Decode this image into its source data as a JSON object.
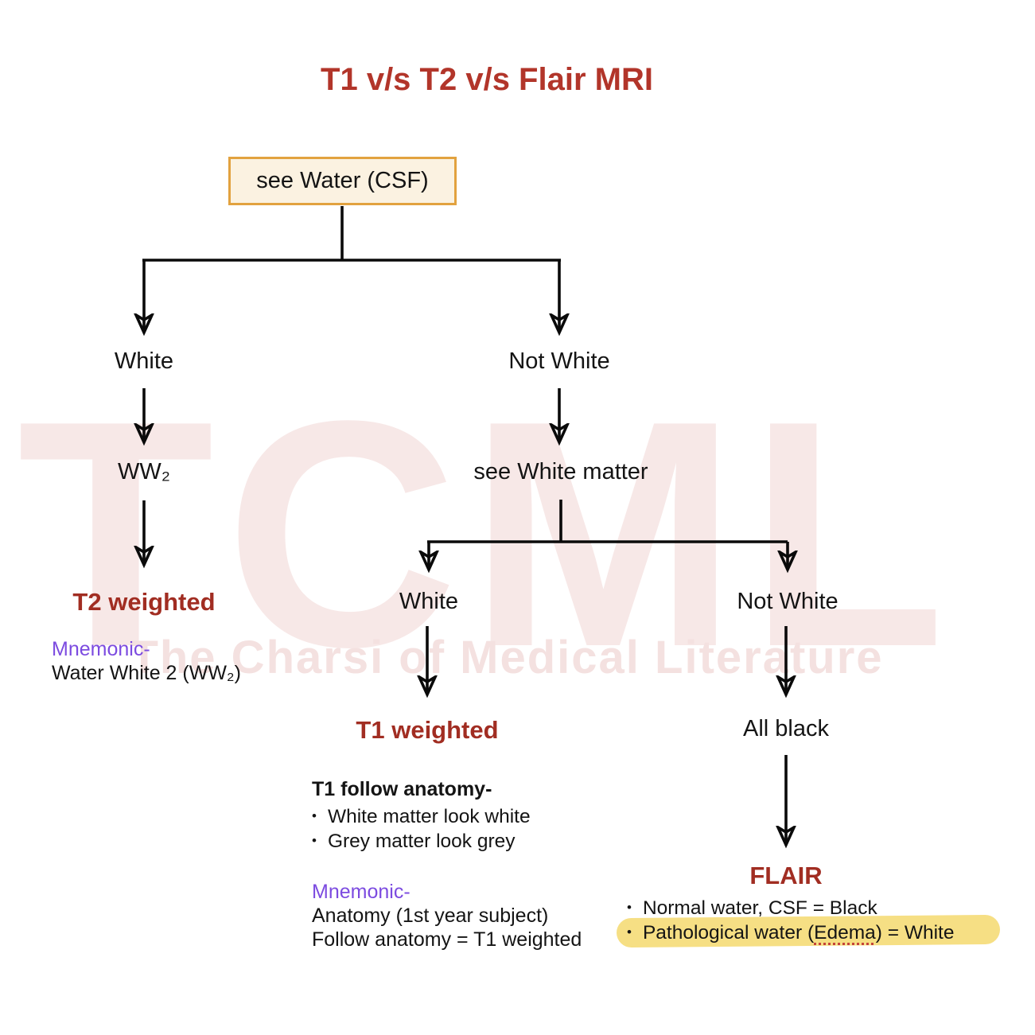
{
  "title": "T1 v/s T2 v/s Flair MRI",
  "chars": {
    "bullet": "•"
  },
  "watermark": {
    "acronym": "TCML",
    "tagline": "The Charsi of Medical Literature"
  },
  "flow": {
    "root": "see Water (CSF)",
    "level1_left": "White",
    "level1_right": "Not White",
    "ww2": "WW₂",
    "see_white_matter": "see White matter",
    "t2_heading": "T2 weighted",
    "level2_left": "White",
    "level2_right": "Not White",
    "t1_heading": "T1 weighted",
    "all_black": "All black",
    "flair_heading": "FLAIR"
  },
  "t2_notes": {
    "mnemonic_label": "Mnemonic-",
    "mnemonic_text": "Water White 2 (WW₂)"
  },
  "t1_notes": {
    "heading": "T1 follow anatomy-",
    "bullets": [
      "White matter look white",
      "Grey matter look grey"
    ],
    "mnemonic_label": "Mnemonic-",
    "mnemonic_lines": [
      "Anatomy (1st year subject)",
      "Follow anatomy = T1 weighted"
    ]
  },
  "flair_notes": {
    "bullet1": "Normal water, CSF = Black",
    "bullet2_prefix": "Pathological water (",
    "bullet2_highlight_word": "Edema",
    "bullet2_suffix": ") = White"
  },
  "colors": {
    "title_red": "#B2352A",
    "heading_red": "#A12D22",
    "mnemonic_purple": "#7C4BE0",
    "box_border": "#E2A23F",
    "box_fill": "#FBF2E1",
    "highlight_yellow": "#F5D96E",
    "watermark_pink": "#F7E8E7"
  }
}
